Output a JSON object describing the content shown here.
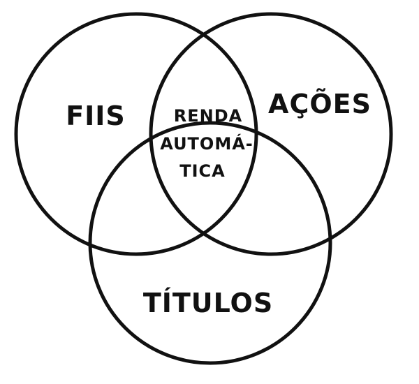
{
  "diagram": {
    "type": "venn",
    "sets": [
      {
        "label": "FIIS"
      },
      {
        "label": "AÇÕES"
      },
      {
        "label": "TÍTULOS"
      }
    ],
    "intersection": {
      "lines": [
        "RENDA",
        "AUTOMÁ-",
        "TICA"
      ]
    },
    "colors": {
      "stroke": "#111111",
      "text": "#111111",
      "background": "#ffffff"
    }
  }
}
